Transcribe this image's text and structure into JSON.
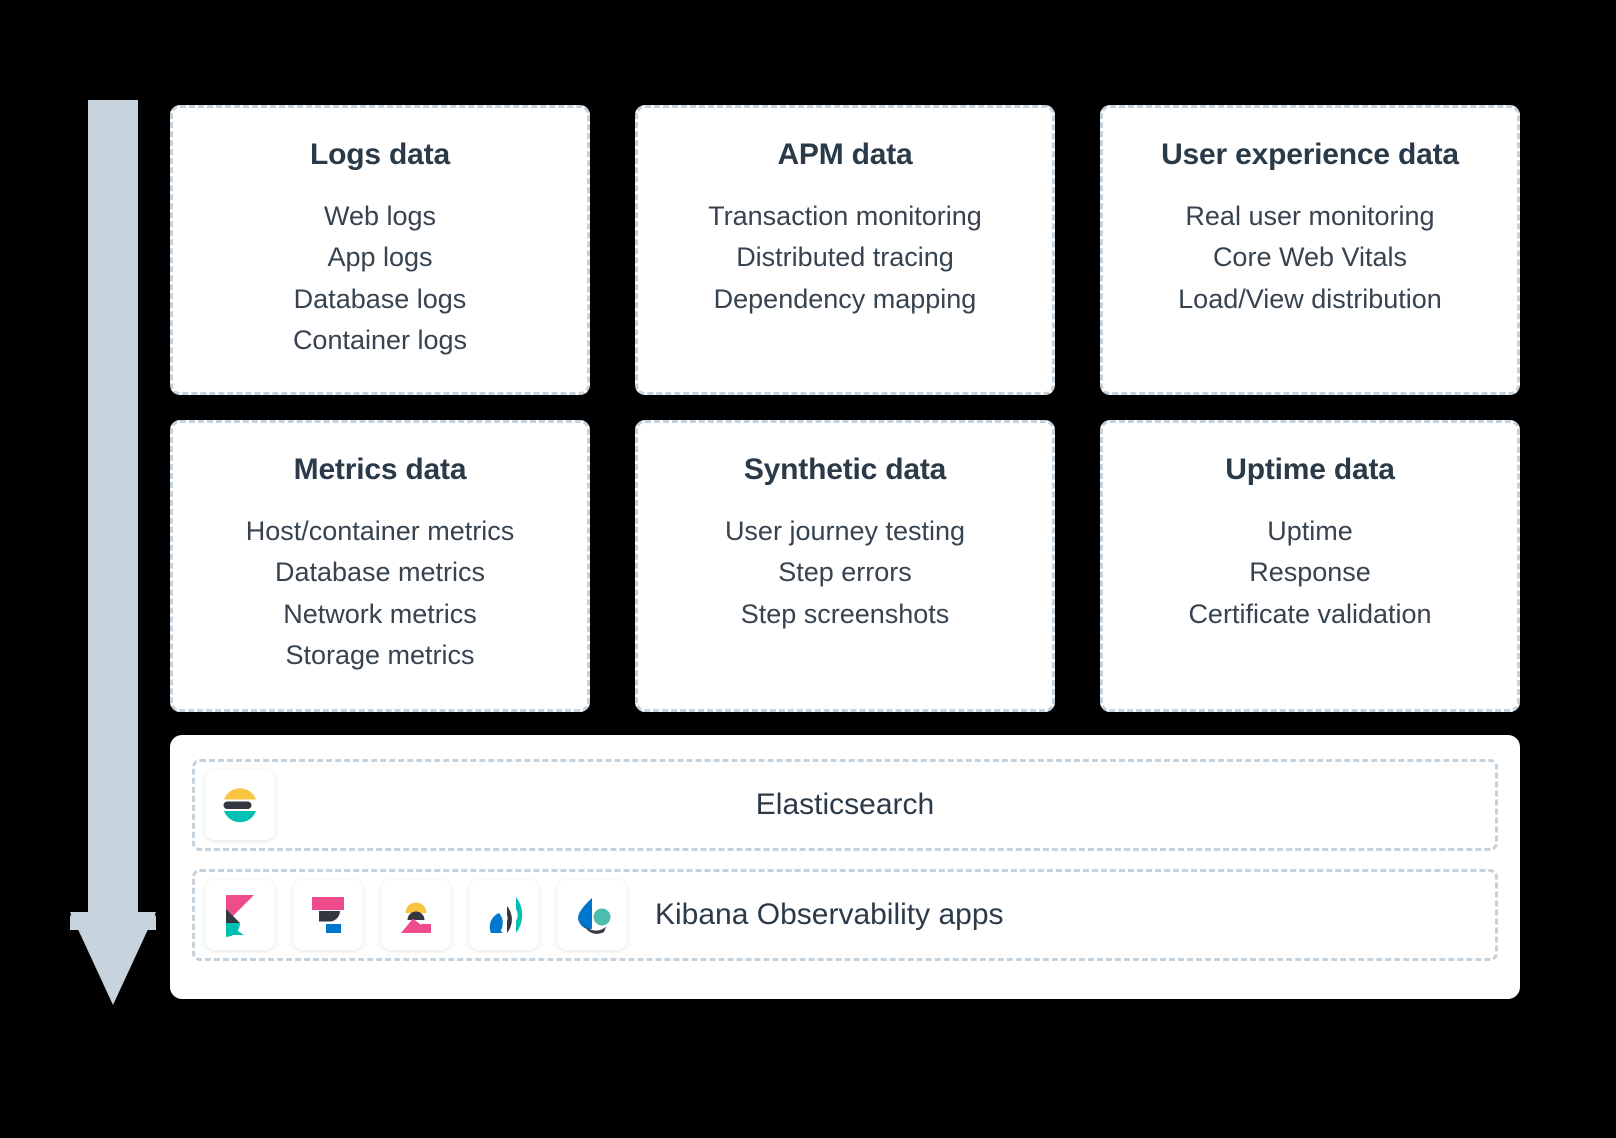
{
  "diagram": {
    "flow_arrow": {
      "direction": "down",
      "color": "#c7d4de"
    },
    "cards": [
      {
        "id": "logs-data",
        "title": "Logs data",
        "items": [
          "Web logs",
          "App logs",
          "Database logs",
          "Container logs"
        ]
      },
      {
        "id": "apm-data",
        "title": "APM data",
        "items": [
          "Transaction monitoring",
          "Distributed tracing",
          "Dependency mapping"
        ]
      },
      {
        "id": "user-experience-data",
        "title": "User experience data",
        "items": [
          "Real user monitoring",
          "Core Web Vitals",
          "Load/View distribution"
        ]
      },
      {
        "id": "metrics-data",
        "title": "Metrics data",
        "items": [
          "Host/container metrics",
          "Database metrics",
          "Network metrics",
          "Storage metrics"
        ]
      },
      {
        "id": "synthetic-data",
        "title": "Synthetic data",
        "items": [
          "User journey testing",
          "Step errors",
          "Step screenshots"
        ]
      },
      {
        "id": "uptime-data",
        "title": "Uptime data",
        "items": [
          "Uptime",
          "Response",
          "Certificate validation"
        ]
      }
    ],
    "platform": {
      "elasticsearch_row": {
        "label": "Elasticsearch",
        "logo": "elasticsearch-logo"
      },
      "kibana_row": {
        "label": "Kibana Observability apps",
        "logos": [
          "kibana-logo",
          "logs-app-logo",
          "metrics-app-logo",
          "uptime-app-logo",
          "user-experience-app-logo"
        ]
      }
    },
    "colors": {
      "background": "#000000",
      "card_background": "#ffffff",
      "card_border": "#c5d2dc",
      "title_text": "#2b3a48",
      "body_text": "#37434f",
      "arrow": "#c7d4de",
      "elastic_yellow": "#f9c440",
      "elastic_teal": "#00bfb3",
      "elastic_navy": "#343741",
      "elastic_pink": "#ee4c8b",
      "elastic_blue": "#0077cc",
      "elastic_green": "#4dbdb0"
    }
  }
}
